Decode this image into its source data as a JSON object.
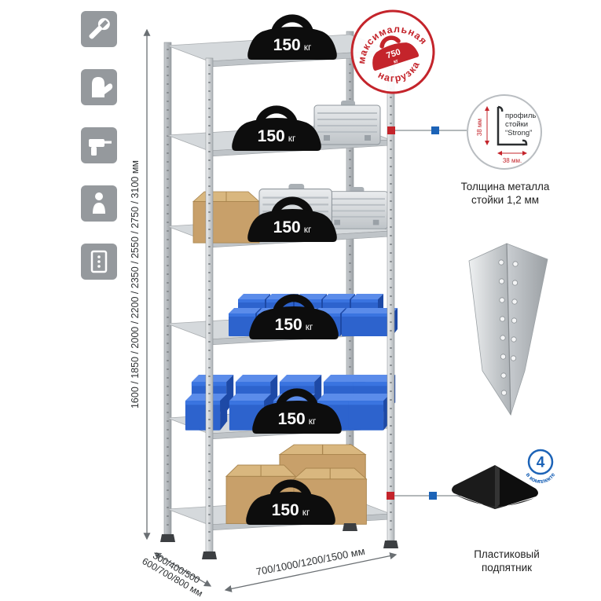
{
  "sidebar": {
    "icons": [
      {
        "name": "wrench-icon"
      },
      {
        "name": "gloves-icon"
      },
      {
        "name": "drill-icon"
      },
      {
        "name": "person-icon"
      },
      {
        "name": "rack-post-icon"
      }
    ]
  },
  "dimensions": {
    "height_label": "1600 / 1850 / 2000 / 2200 / 2350 / 2550 / 2750 / 3100 мм",
    "depth_line1": "300/400/500",
    "depth_line2": "600/700/800 мм",
    "width_label": "700/1000/1200/1500 мм"
  },
  "shelf_load": {
    "value": "150",
    "unit": "кг"
  },
  "stamp": {
    "arc_top": "максимальная",
    "arc_bottom": "нагрузка",
    "value": "750",
    "unit": "кг"
  },
  "profile": {
    "text_line1": "профиль",
    "text_line2": "стойки",
    "text_line3": "“Strong”",
    "dim_v": "38 мм",
    "dim_h": "38 мм.",
    "caption1": "Толщина металла",
    "caption2": "стойки 1,2 мм"
  },
  "foot": {
    "badge_value": "4",
    "badge_arc": "в комплекте",
    "caption1": "Пластиковый",
    "caption2": "подпятник"
  },
  "colors": {
    "accent_red": "#c4242b",
    "accent_blue": "#1c63b7",
    "bin_blue": "#2d63cd",
    "icon_grey": "#95999d"
  }
}
